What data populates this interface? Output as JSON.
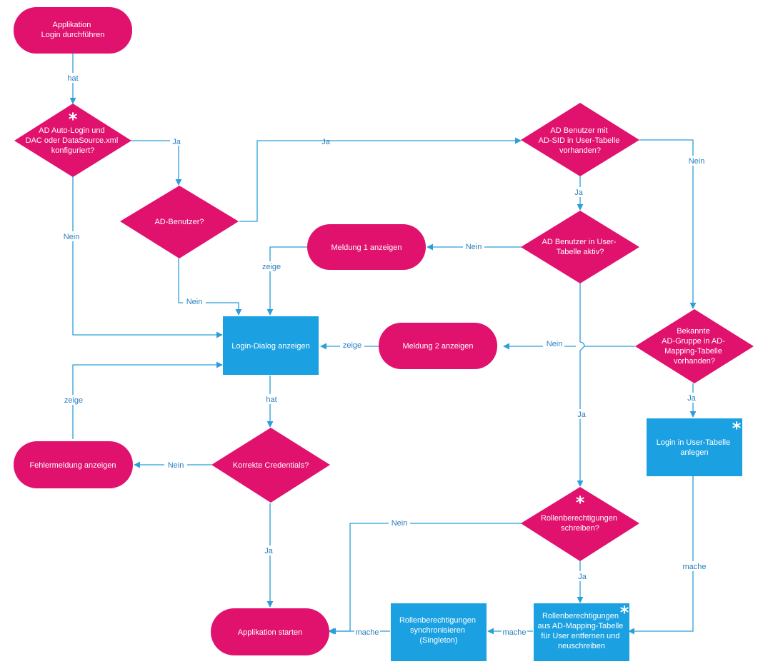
{
  "colors": {
    "terminal": "#E0126E",
    "decision": "#E0126E",
    "process": "#1BA1E2",
    "edge": "#2A9FD8",
    "edge_label": "#2A7FC0",
    "node_text": "#FFFFFF"
  },
  "nodes": {
    "app_login": {
      "lines": [
        "Applikation",
        "Login durchführen"
      ]
    },
    "d_autologin": {
      "lines": [
        "AD Auto-Login und",
        "DAC oder DataSource.xml",
        "konfiguriert?"
      ],
      "star": "*"
    },
    "d_adbenutzer": {
      "lines": [
        "AD-Benutzer?"
      ]
    },
    "d_adsid": {
      "lines": [
        "AD Benutzer mit",
        "AD-SID in User-Tabelle",
        "vorhanden?"
      ]
    },
    "d_aktiv": {
      "lines": [
        "AD Benutzer in User-",
        "Tabelle aktiv?"
      ]
    },
    "meldung1": {
      "lines": [
        "Meldung 1 anzeigen"
      ]
    },
    "login_dialog": {
      "lines": [
        "Login-Dialog anzeigen"
      ]
    },
    "meldung2": {
      "lines": [
        "Meldung 2 anzeigen"
      ]
    },
    "d_gruppe": {
      "lines": [
        "Bekannte",
        "AD-Gruppe in AD-",
        "Mapping-Tabelle",
        "vorhanden?"
      ]
    },
    "fehler": {
      "lines": [
        "Fehlermeldung anzeigen"
      ]
    },
    "d_credentials": {
      "lines": [
        "Korrekte Credentials?"
      ]
    },
    "login_anlegen": {
      "lines": [
        "Login in User-Tabelle",
        "anlegen"
      ],
      "star": "*"
    },
    "d_rollen": {
      "lines": [
        "Rollenberechtigungen",
        "schreiben?"
      ],
      "star": "*"
    },
    "app_start": {
      "lines": [
        "Applikation starten"
      ]
    },
    "sync": {
      "lines": [
        "Rollenberechtigungen",
        "synchronisieren",
        "(Singleton)"
      ]
    },
    "rollen_mapping": {
      "lines": [
        "Rollenberechtigungen",
        "aus AD-Mapping-Tabelle",
        "für User entfernen und",
        "neuschreiben"
      ],
      "star": "*"
    }
  },
  "edge_labels": {
    "hat_1": "hat",
    "ja_1": "Ja",
    "nein_1": "Nein",
    "ja_2": "Ja",
    "nein_2": "Nein",
    "nein_3": "Nein",
    "ja_3": "Ja",
    "nein_4": "Nein",
    "zeige_1": "zeige",
    "zeige_2": "zeige",
    "nein_5": "Nein",
    "ja_4": "Ja",
    "hat_2": "hat",
    "zeige_3": "zeige",
    "nein_6": "Nein",
    "ja_5": "Ja",
    "nein_7": "Nein",
    "ja_6": "Ja",
    "mache_1": "mache",
    "mache_2": "mache",
    "mache_3": "mache",
    "ja_7": "Ja"
  }
}
